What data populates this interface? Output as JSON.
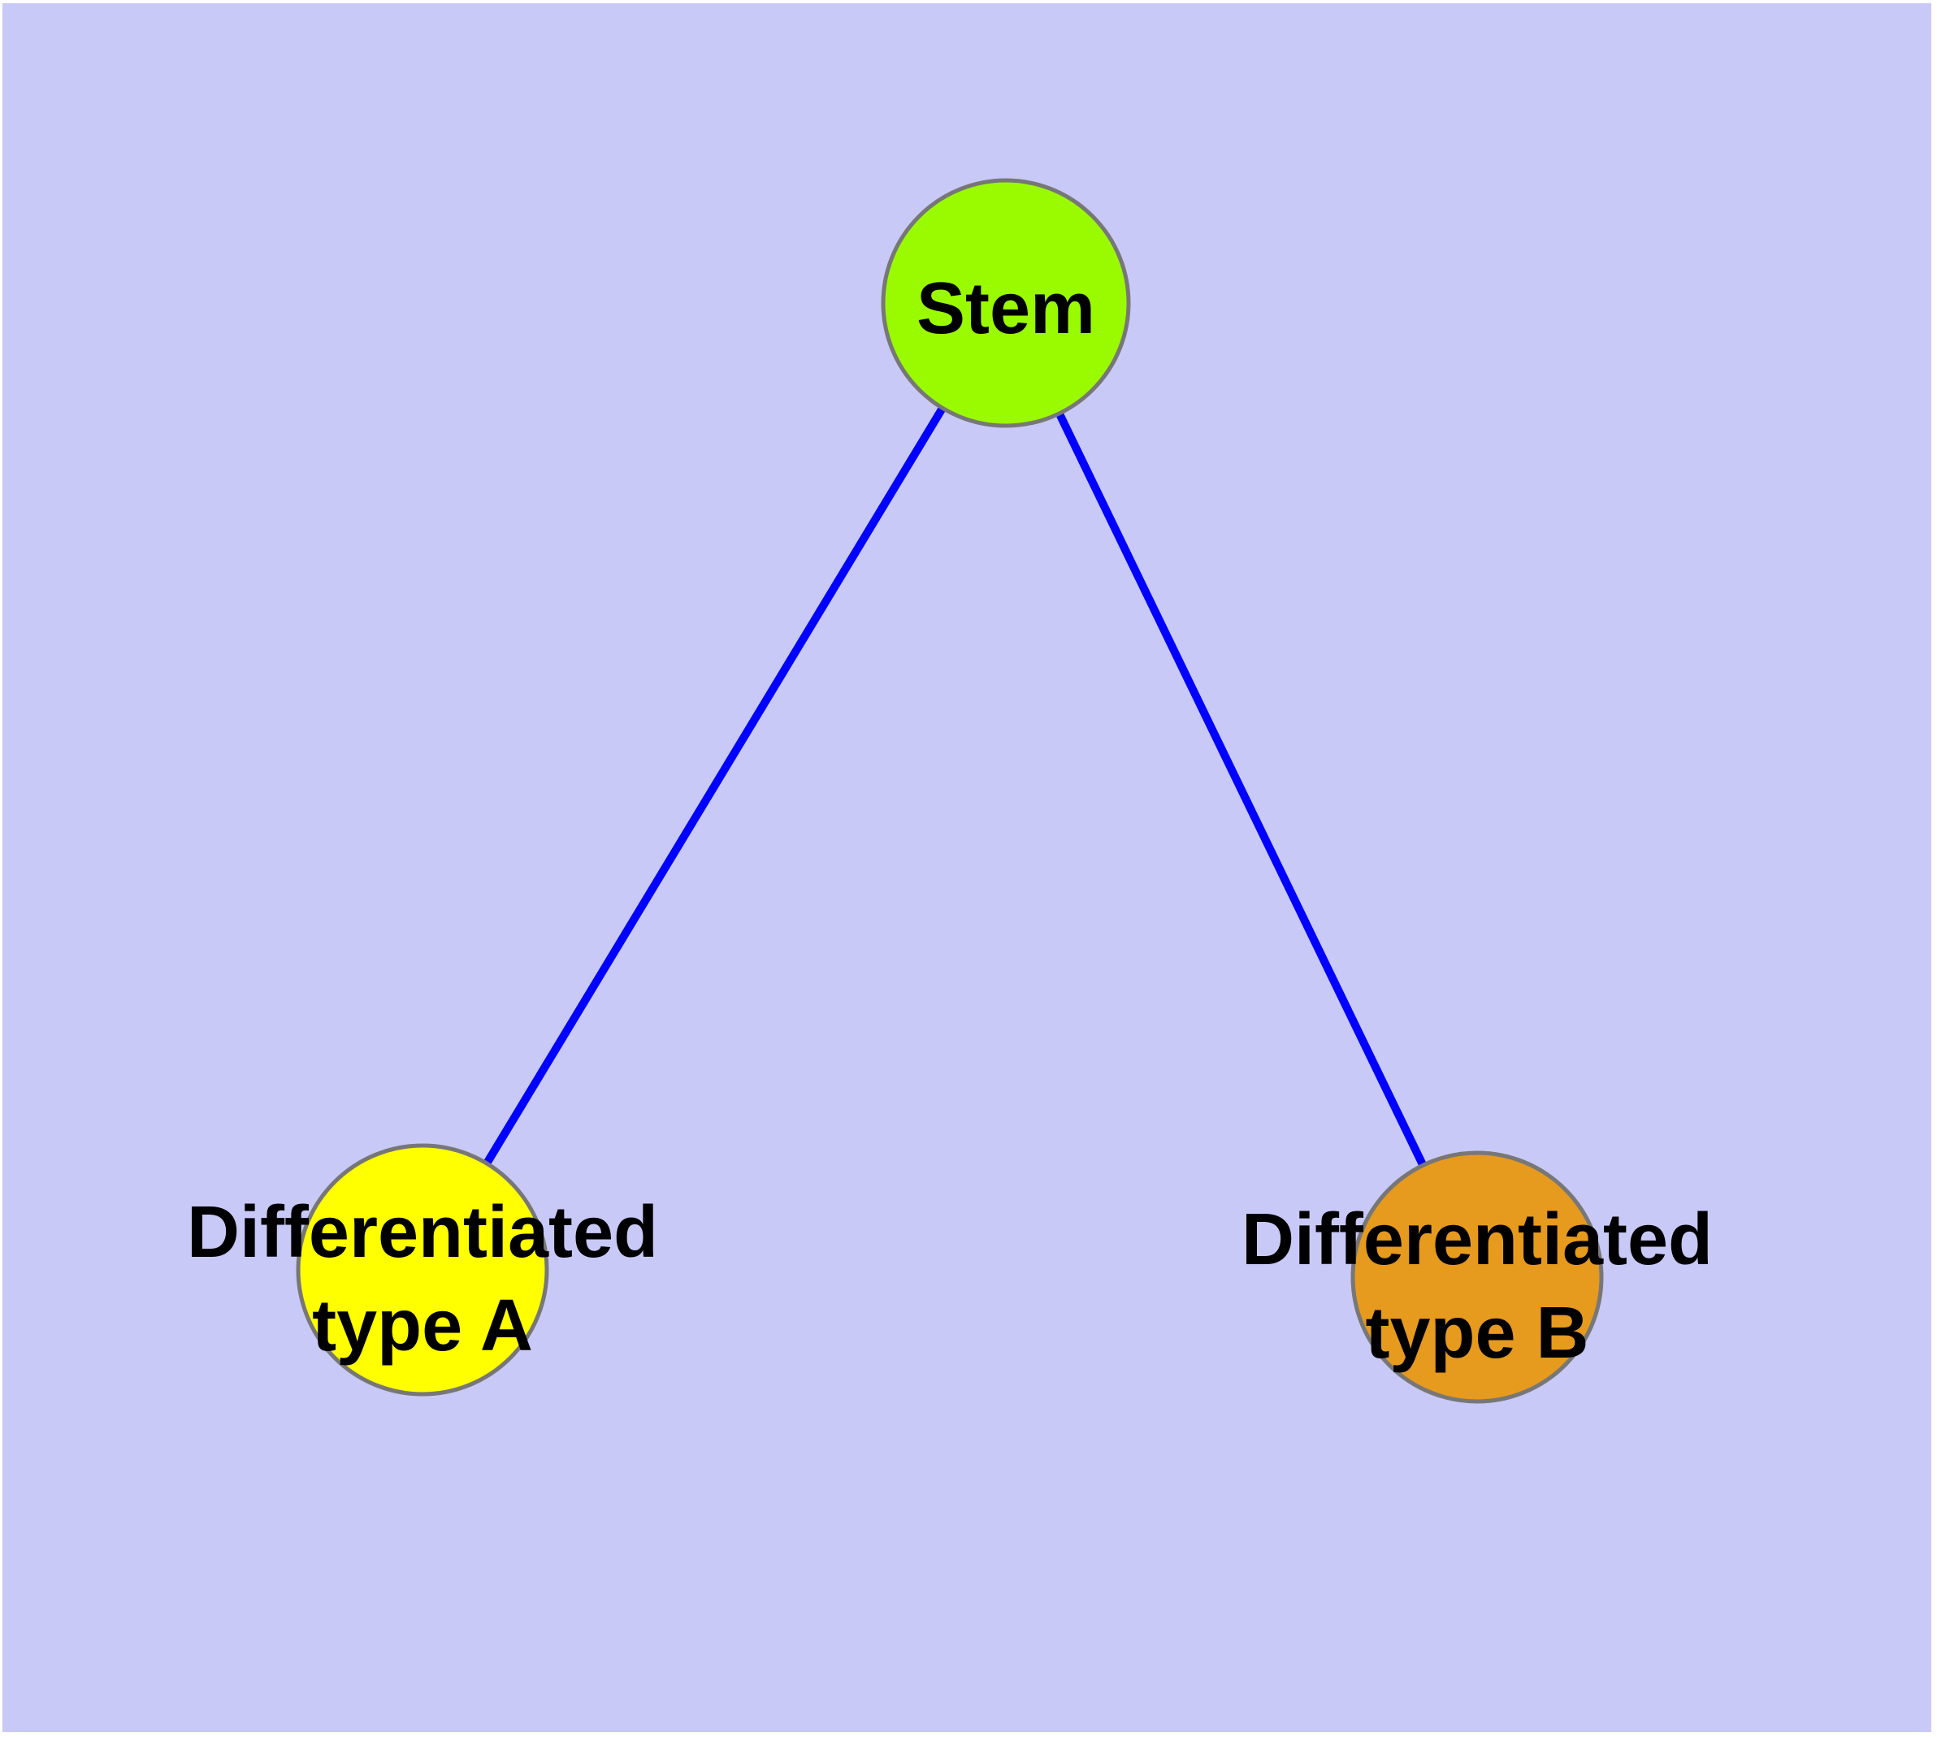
{
  "diagram": {
    "type": "node-link-graph",
    "colors": {
      "page": "#ffffff",
      "background": "#c9c9f8",
      "edge": "#0000ff",
      "node_border": "#777777",
      "label": "#000000"
    },
    "nodes": [
      {
        "id": "stem",
        "label": "Stem",
        "color": "#9afb00"
      },
      {
        "id": "diff-a",
        "label_line1": "Differentiated",
        "label_line2": "type A",
        "color": "#ffff00"
      },
      {
        "id": "diff-b",
        "label_line1": "Differentiated",
        "label_line2": "type B",
        "color": "#e69a1e"
      }
    ],
    "edges": [
      {
        "from": "Stem",
        "to": "Differentiated type A"
      },
      {
        "from": "Stem",
        "to": "Differentiated type B"
      }
    ]
  }
}
